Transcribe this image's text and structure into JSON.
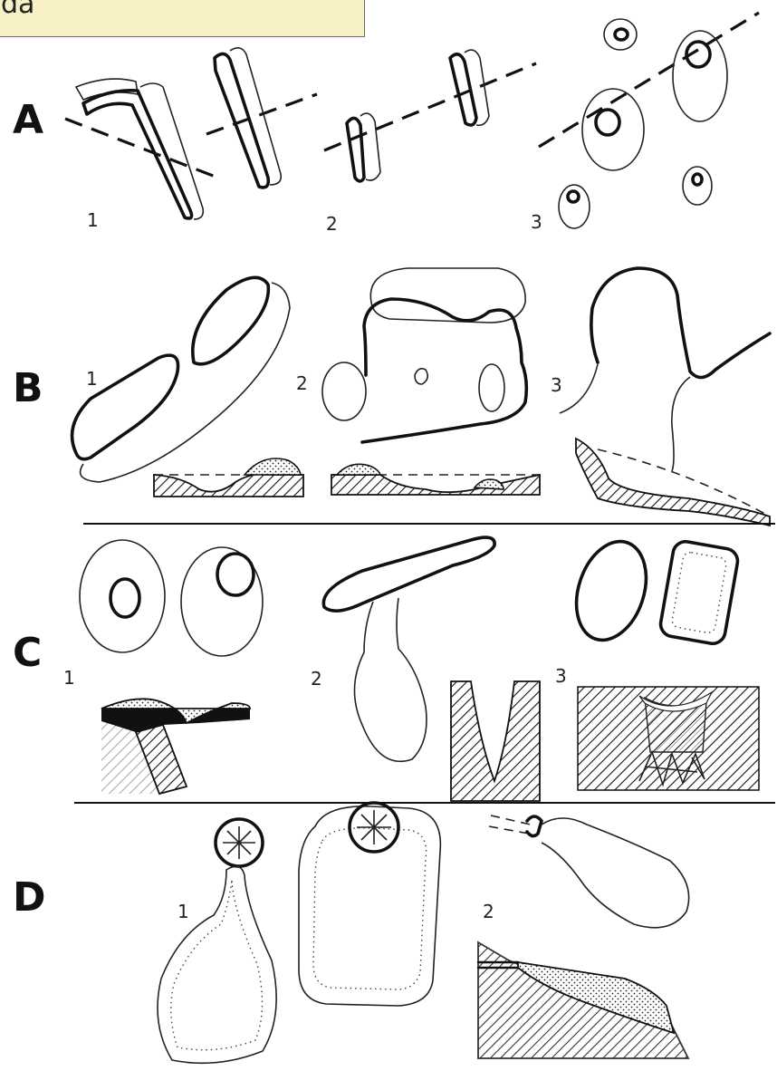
{
  "caption": "da",
  "rows": [
    {
      "letter": "A",
      "panels": [
        "1",
        "2",
        "3"
      ]
    },
    {
      "letter": "B",
      "panels": [
        "1",
        "2",
        "3"
      ]
    },
    {
      "letter": "C",
      "panels": [
        "1",
        "2",
        "3"
      ]
    },
    {
      "letter": "D",
      "panels": [
        "1",
        "2"
      ]
    }
  ],
  "colors": {
    "ink": "#111111",
    "caption_background": "#f8f1c6"
  }
}
